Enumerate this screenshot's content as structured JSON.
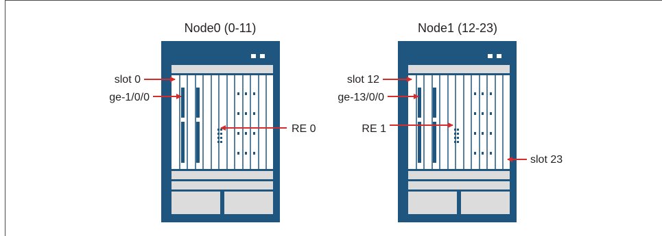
{
  "colors": {
    "chassis": "#1f567f",
    "panel": "#dcdcdc",
    "slot_line": "#1f567f",
    "arrow": "#d52b2b",
    "text": "#231f20"
  },
  "nodes": [
    {
      "title": "Node0 (0-11)",
      "labels": {
        "slot_top": "slot 0",
        "port": "ge-1/0/0",
        "re": "RE 0"
      }
    },
    {
      "title": "Node1 (12-23)",
      "labels": {
        "slot_top": "slot 12",
        "port": "ge-13/0/0",
        "re": "RE 1",
        "slot_bottom": "slot 23"
      }
    }
  ]
}
